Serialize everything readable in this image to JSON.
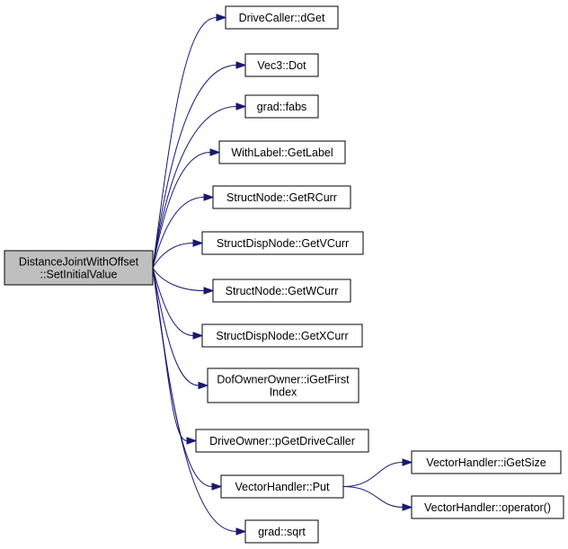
{
  "root": {
    "lines": [
      "DistanceJointWithOffset",
      "::SetInitialValue"
    ]
  },
  "callees": [
    {
      "id": "drivecaller-dget",
      "lines": [
        "DriveCaller::dGet"
      ]
    },
    {
      "id": "vec3-dot",
      "lines": [
        "Vec3::Dot"
      ]
    },
    {
      "id": "grad-fabs",
      "lines": [
        "grad::fabs"
      ]
    },
    {
      "id": "withlabel-getlabel",
      "lines": [
        "WithLabel::GetLabel"
      ]
    },
    {
      "id": "structnode-getrcurr",
      "lines": [
        "StructNode::GetRCurr"
      ]
    },
    {
      "id": "structdispnode-getvcurr",
      "lines": [
        "StructDispNode::GetVCurr"
      ]
    },
    {
      "id": "structnode-getwcurr",
      "lines": [
        "StructNode::GetWCurr"
      ]
    },
    {
      "id": "structdispnode-getxcurr",
      "lines": [
        "StructDispNode::GetXCurr"
      ]
    },
    {
      "id": "dofownerowner-igetfirstindex",
      "lines": [
        "DofOwnerOwner::iGetFirst",
        "Index"
      ]
    },
    {
      "id": "driveowner-pgetdrivecaller",
      "lines": [
        "DriveOwner::pGetDriveCaller"
      ]
    },
    {
      "id": "vectorhandler-put",
      "lines": [
        "VectorHandler::Put"
      ]
    },
    {
      "id": "grad-sqrt",
      "lines": [
        "grad::sqrt"
      ]
    }
  ],
  "secondary": [
    {
      "id": "vectorhandler-igetsize",
      "lines": [
        "VectorHandler::iGetSize"
      ]
    },
    {
      "id": "vectorhandler-operator",
      "lines": [
        "VectorHandler::operator()"
      ]
    }
  ],
  "edges": [
    {
      "from": "root",
      "to": "drivecaller-dget"
    },
    {
      "from": "root",
      "to": "vec3-dot"
    },
    {
      "from": "root",
      "to": "grad-fabs"
    },
    {
      "from": "root",
      "to": "withlabel-getlabel"
    },
    {
      "from": "root",
      "to": "structnode-getrcurr"
    },
    {
      "from": "root",
      "to": "structdispnode-getvcurr"
    },
    {
      "from": "root",
      "to": "structnode-getwcurr"
    },
    {
      "from": "root",
      "to": "structdispnode-getxcurr"
    },
    {
      "from": "root",
      "to": "dofownerowner-igetfirstindex"
    },
    {
      "from": "root",
      "to": "driveowner-pgetdrivecaller"
    },
    {
      "from": "root",
      "to": "vectorhandler-put"
    },
    {
      "from": "root",
      "to": "grad-sqrt"
    },
    {
      "from": "vectorhandler-put",
      "to": "vectorhandler-igetsize"
    },
    {
      "from": "vectorhandler-put",
      "to": "vectorhandler-operator"
    }
  ],
  "colors": {
    "root_fill": "#bfbfbf",
    "edge": "#191970",
    "node_border": "#000000",
    "background": "#ffffff"
  }
}
